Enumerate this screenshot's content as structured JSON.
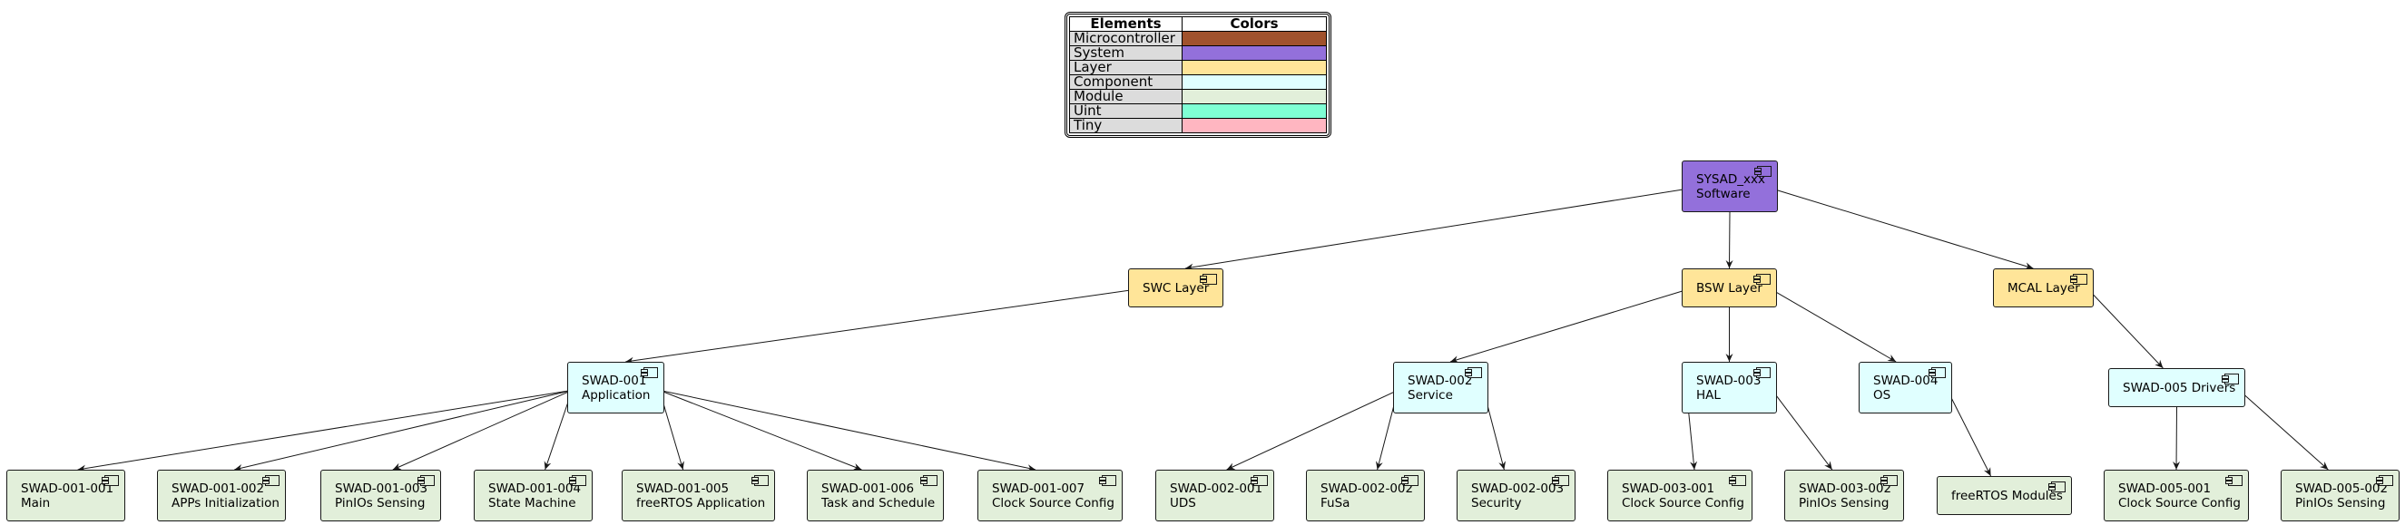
{
  "legend": {
    "headers": [
      "Elements",
      "Colors"
    ],
    "rows": [
      {
        "label": "Microcontroller",
        "color": "#A0522D"
      },
      {
        "label": "System",
        "color": "#9370DB"
      },
      {
        "label": "Layer",
        "color": "#FFE599"
      },
      {
        "label": "Component",
        "color": "#E0FFFF"
      },
      {
        "label": "Module",
        "color": "#E2EFDA"
      },
      {
        "label": "Uint",
        "color": "#7FFFD4"
      },
      {
        "label": "Tiny",
        "color": "#FFB6C1"
      }
    ]
  },
  "nodes": [
    {
      "id": "sys",
      "lines": [
        "SYSAD_xxx",
        "Software"
      ],
      "kind": "System"
    },
    {
      "id": "swc",
      "lines": [
        "SWC Layer"
      ],
      "kind": "Layer"
    },
    {
      "id": "bsw",
      "lines": [
        "BSW Layer"
      ],
      "kind": "Layer"
    },
    {
      "id": "mcal",
      "lines": [
        "MCAL Layer"
      ],
      "kind": "Layer"
    },
    {
      "id": "c001",
      "lines": [
        "SWAD-001",
        "Application"
      ],
      "kind": "Component"
    },
    {
      "id": "c002",
      "lines": [
        "SWAD-002",
        "Service"
      ],
      "kind": "Component"
    },
    {
      "id": "c003",
      "lines": [
        "SWAD-003",
        "HAL"
      ],
      "kind": "Component"
    },
    {
      "id": "c004",
      "lines": [
        "SWAD-004",
        "OS"
      ],
      "kind": "Component"
    },
    {
      "id": "c005",
      "lines": [
        "SWAD-005 Drivers"
      ],
      "kind": "Component"
    },
    {
      "id": "m001_001",
      "lines": [
        "SWAD-001-001",
        "Main"
      ],
      "kind": "Module"
    },
    {
      "id": "m001_002",
      "lines": [
        "SWAD-001-002",
        "APPs Initialization"
      ],
      "kind": "Module"
    },
    {
      "id": "m001_003",
      "lines": [
        "SWAD-001-003",
        "PinIOs Sensing"
      ],
      "kind": "Module"
    },
    {
      "id": "m001_004",
      "lines": [
        "SWAD-001-004",
        "State Machine"
      ],
      "kind": "Module"
    },
    {
      "id": "m001_005",
      "lines": [
        "SWAD-001-005",
        "freeRTOS Application"
      ],
      "kind": "Module"
    },
    {
      "id": "m001_006",
      "lines": [
        "SWAD-001-006",
        "Task and Schedule"
      ],
      "kind": "Module"
    },
    {
      "id": "m001_007",
      "lines": [
        "SWAD-001-007",
        "Clock Source Config"
      ],
      "kind": "Module"
    },
    {
      "id": "m002_001",
      "lines": [
        "SWAD-002-001",
        "UDS"
      ],
      "kind": "Module"
    },
    {
      "id": "m002_002",
      "lines": [
        "SWAD-002-002",
        "FuSa"
      ],
      "kind": "Module"
    },
    {
      "id": "m002_003",
      "lines": [
        "SWAD-002-003",
        "Security"
      ],
      "kind": "Module"
    },
    {
      "id": "m003_001",
      "lines": [
        "SWAD-003-001",
        "Clock Source Config"
      ],
      "kind": "Module"
    },
    {
      "id": "m003_002",
      "lines": [
        "SWAD-003-002",
        "PinIOs Sensing"
      ],
      "kind": "Module"
    },
    {
      "id": "m004_rtos",
      "lines": [
        "freeRTOS Modules"
      ],
      "kind": "Module"
    },
    {
      "id": "m005_001",
      "lines": [
        "SWAD-005-001",
        "Clock Source Config"
      ],
      "kind": "Module"
    },
    {
      "id": "m005_002",
      "lines": [
        "SWAD-005-002",
        "PinIOs Sensing"
      ],
      "kind": "Module"
    }
  ],
  "edges": [
    [
      "sys",
      "swc"
    ],
    [
      "sys",
      "bsw"
    ],
    [
      "sys",
      "mcal"
    ],
    [
      "swc",
      "c001"
    ],
    [
      "bsw",
      "c002"
    ],
    [
      "bsw",
      "c003"
    ],
    [
      "bsw",
      "c004"
    ],
    [
      "mcal",
      "c005"
    ],
    [
      "c001",
      "m001_001"
    ],
    [
      "c001",
      "m001_002"
    ],
    [
      "c001",
      "m001_003"
    ],
    [
      "c001",
      "m001_004"
    ],
    [
      "c001",
      "m001_005"
    ],
    [
      "c001",
      "m001_006"
    ],
    [
      "c001",
      "m001_007"
    ],
    [
      "c002",
      "m002_001"
    ],
    [
      "c002",
      "m002_002"
    ],
    [
      "c002",
      "m002_003"
    ],
    [
      "c003",
      "m003_001"
    ],
    [
      "c003",
      "m003_002"
    ],
    [
      "c004",
      "m004_rtos"
    ],
    [
      "c005",
      "m005_001"
    ],
    [
      "c005",
      "m005_002"
    ]
  ]
}
